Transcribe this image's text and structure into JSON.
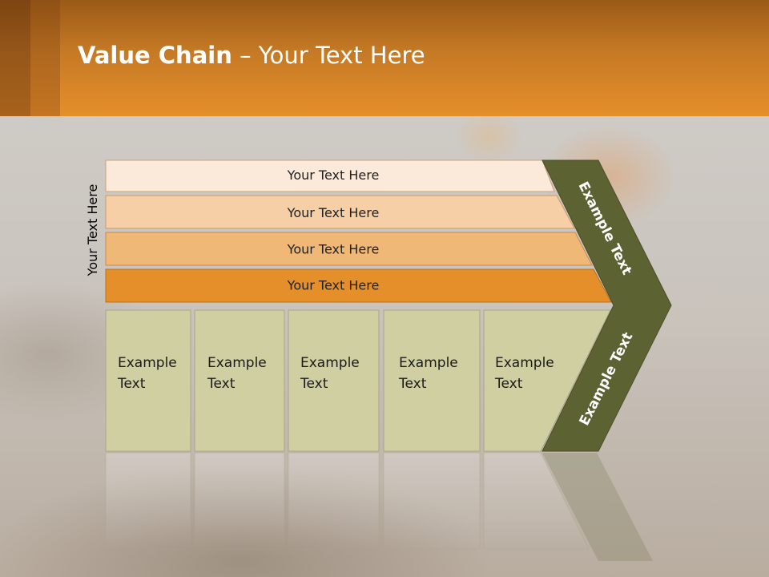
{
  "slide": {
    "title_bold": "Value Chain",
    "title_rest": " – Your Text Here",
    "side_label": "Your Text Here"
  },
  "bands": [
    {
      "label": "Your Text Here",
      "color": "#fbe9d9"
    },
    {
      "label": "Your Text Here",
      "color": "#f6cfa7"
    },
    {
      "label": "Your Text Here",
      "color": "#efb877"
    },
    {
      "label": "Your Text Here",
      "color": "#e58f2a"
    }
  ],
  "cells": [
    {
      "line1": "Example",
      "line2": "Text"
    },
    {
      "line1": "Example",
      "line2": "Text"
    },
    {
      "line1": "Example",
      "line2": "Text"
    },
    {
      "line1": "Example",
      "line2": "Text"
    },
    {
      "line1": "Example",
      "line2": "Text"
    }
  ],
  "chevron": {
    "upper_label": "Example Text",
    "lower_label": "Example Text",
    "color": "#5d6232"
  },
  "colors": {
    "cell_fill": "#d0cfa1",
    "header_orange": "#e58f2a"
  }
}
